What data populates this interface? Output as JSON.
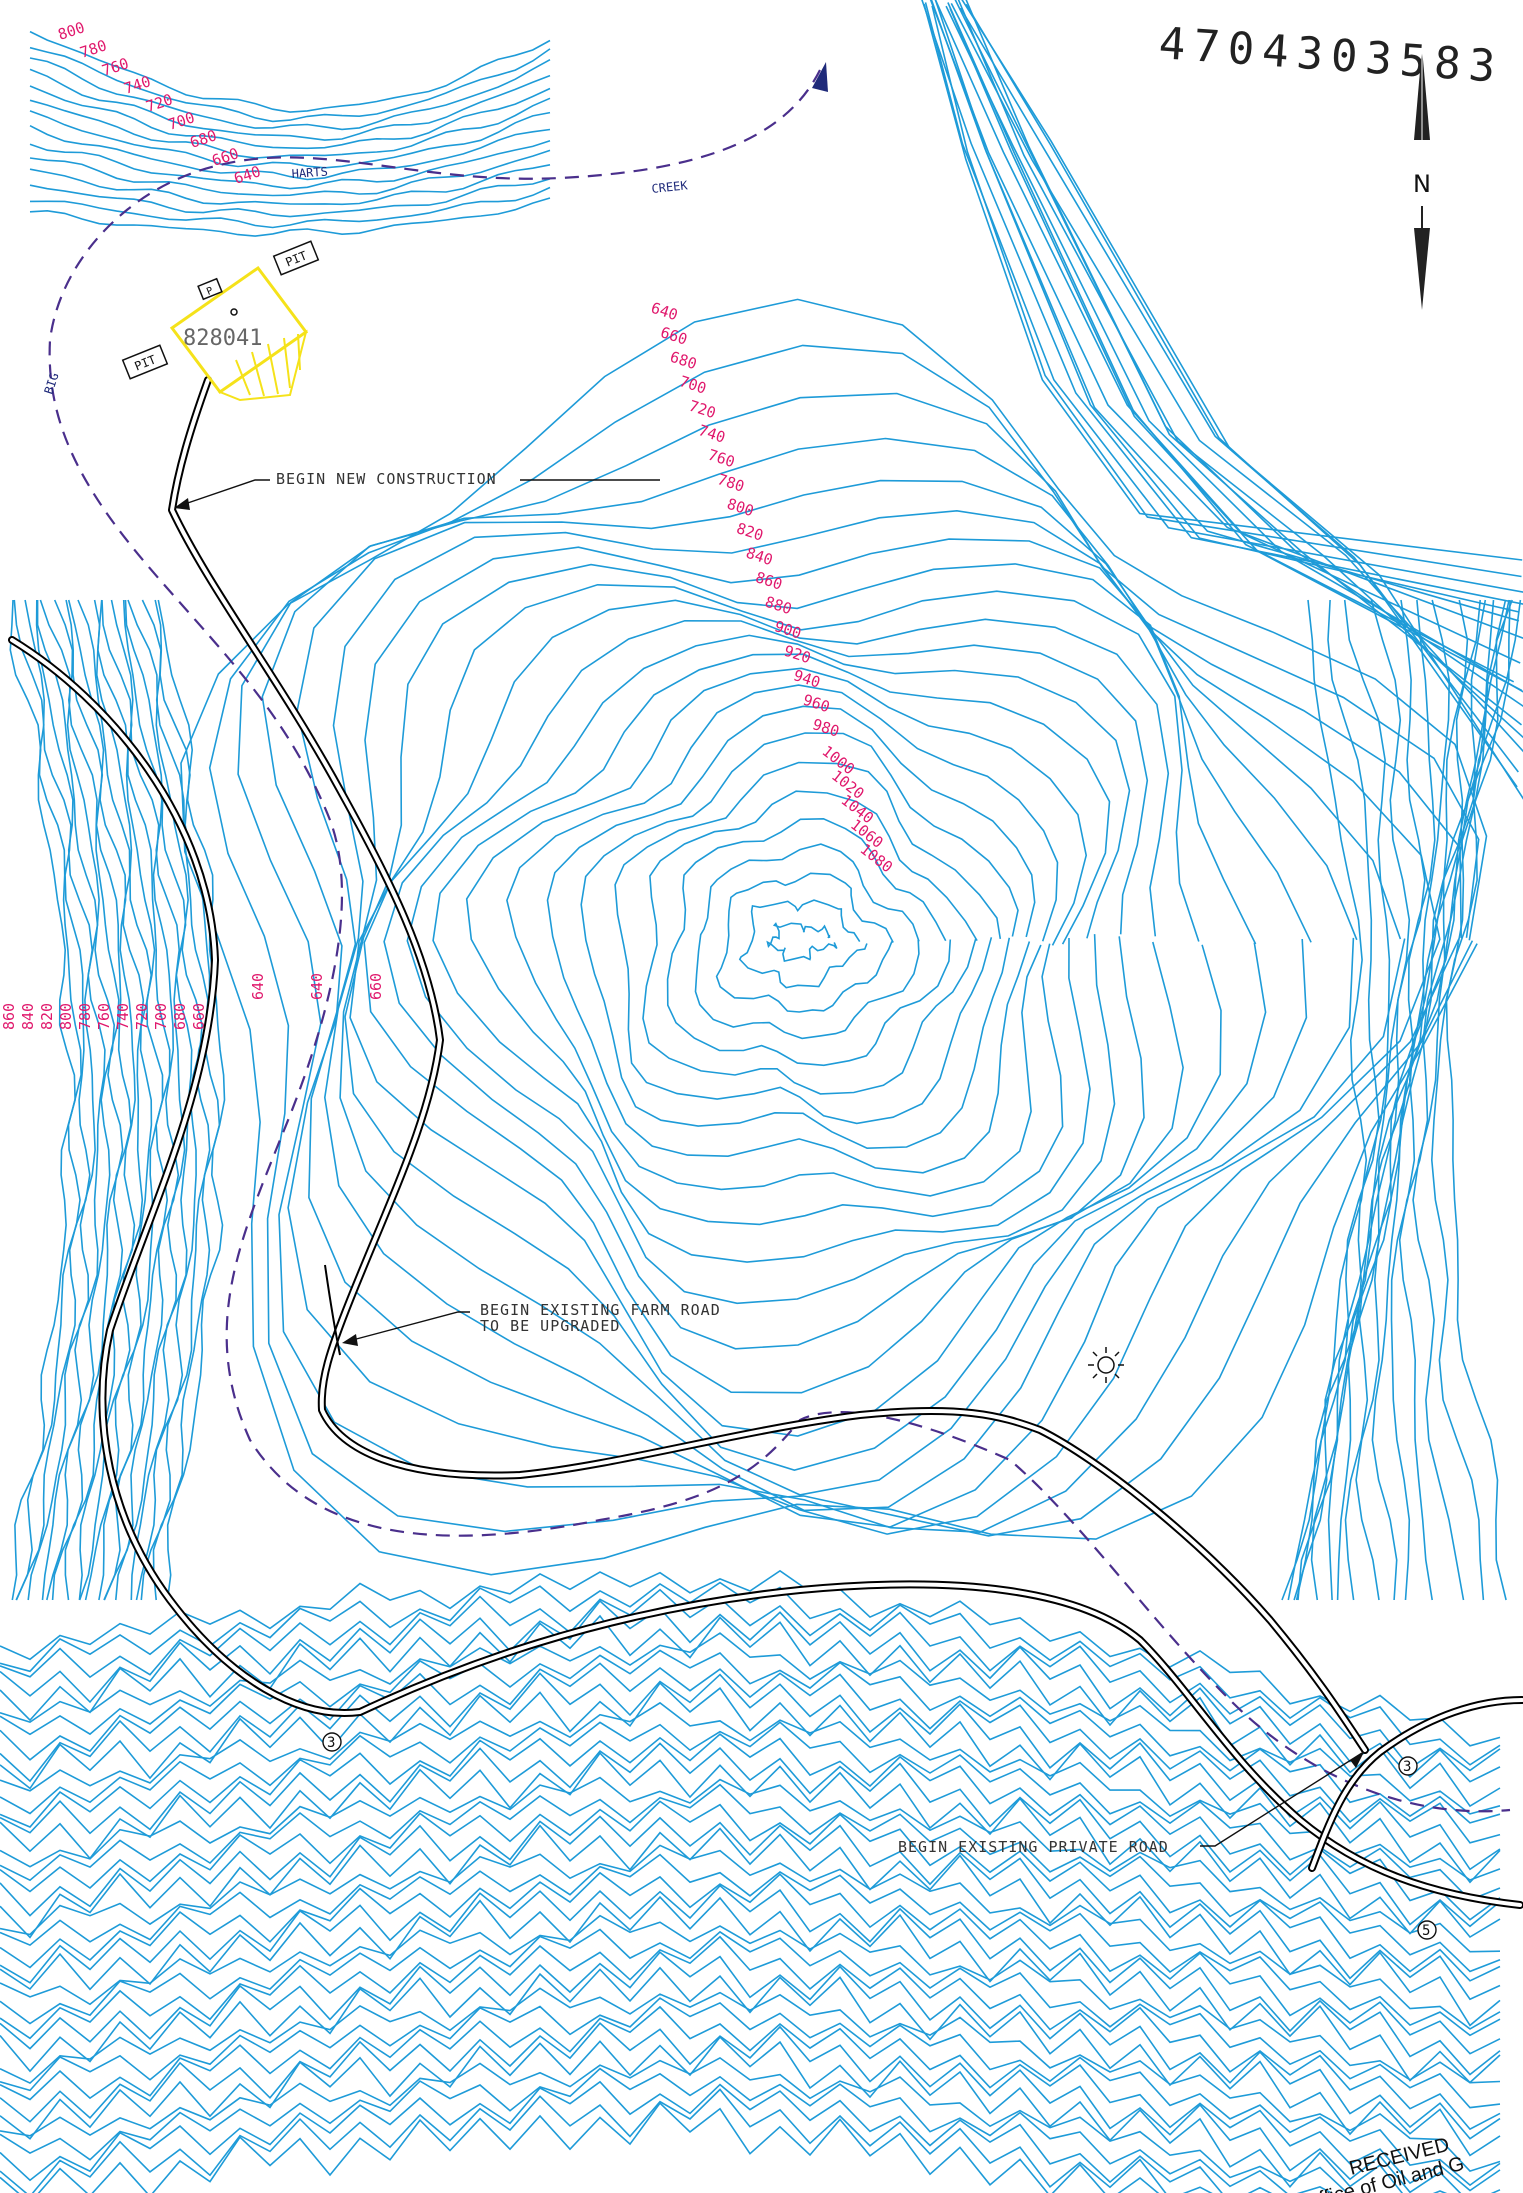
{
  "permit_number": "4704303583",
  "north_label": "N",
  "well_id": "828041",
  "pit_labels": [
    "PIT",
    "PIT"
  ],
  "pad_marker": "P",
  "creek": {
    "words": [
      "BIG",
      "HARTS",
      "CREEK"
    ]
  },
  "notes": {
    "new_construction": "BEGIN NEW CONSTRUCTION",
    "farm_road_line1": "BEGIN EXISTING FARM ROAD",
    "farm_road_line2": "TO BE UPGRADED",
    "private_road": "BEGIN EXISTING PRIVATE ROAD"
  },
  "route_markers": [
    "3",
    "3",
    "5"
  ],
  "stamp": {
    "line1": "RECEIVED",
    "line2": "Office of Oil and G"
  },
  "contour_labels": {
    "top_left": [
      "800",
      "780",
      "760",
      "740",
      "720",
      "700",
      "680",
      "660",
      "640"
    ],
    "center_stack": [
      "640",
      "660",
      "680",
      "700",
      "720",
      "740",
      "760",
      "780",
      "800",
      "820",
      "840",
      "860",
      "880",
      "900",
      "920",
      "940",
      "960",
      "980",
      "1000",
      "1020",
      "1040",
      "1060",
      "1080"
    ],
    "left_vertical": [
      "860",
      "840",
      "820",
      "800",
      "780",
      "760",
      "740",
      "720",
      "700",
      "680",
      "660",
      "640",
      "640",
      "660"
    ]
  },
  "colors": {
    "contour": "#1e9bd8",
    "contour_label": "#e0186c",
    "pad": "#f5e21a",
    "creek": "#4a2f8c"
  }
}
